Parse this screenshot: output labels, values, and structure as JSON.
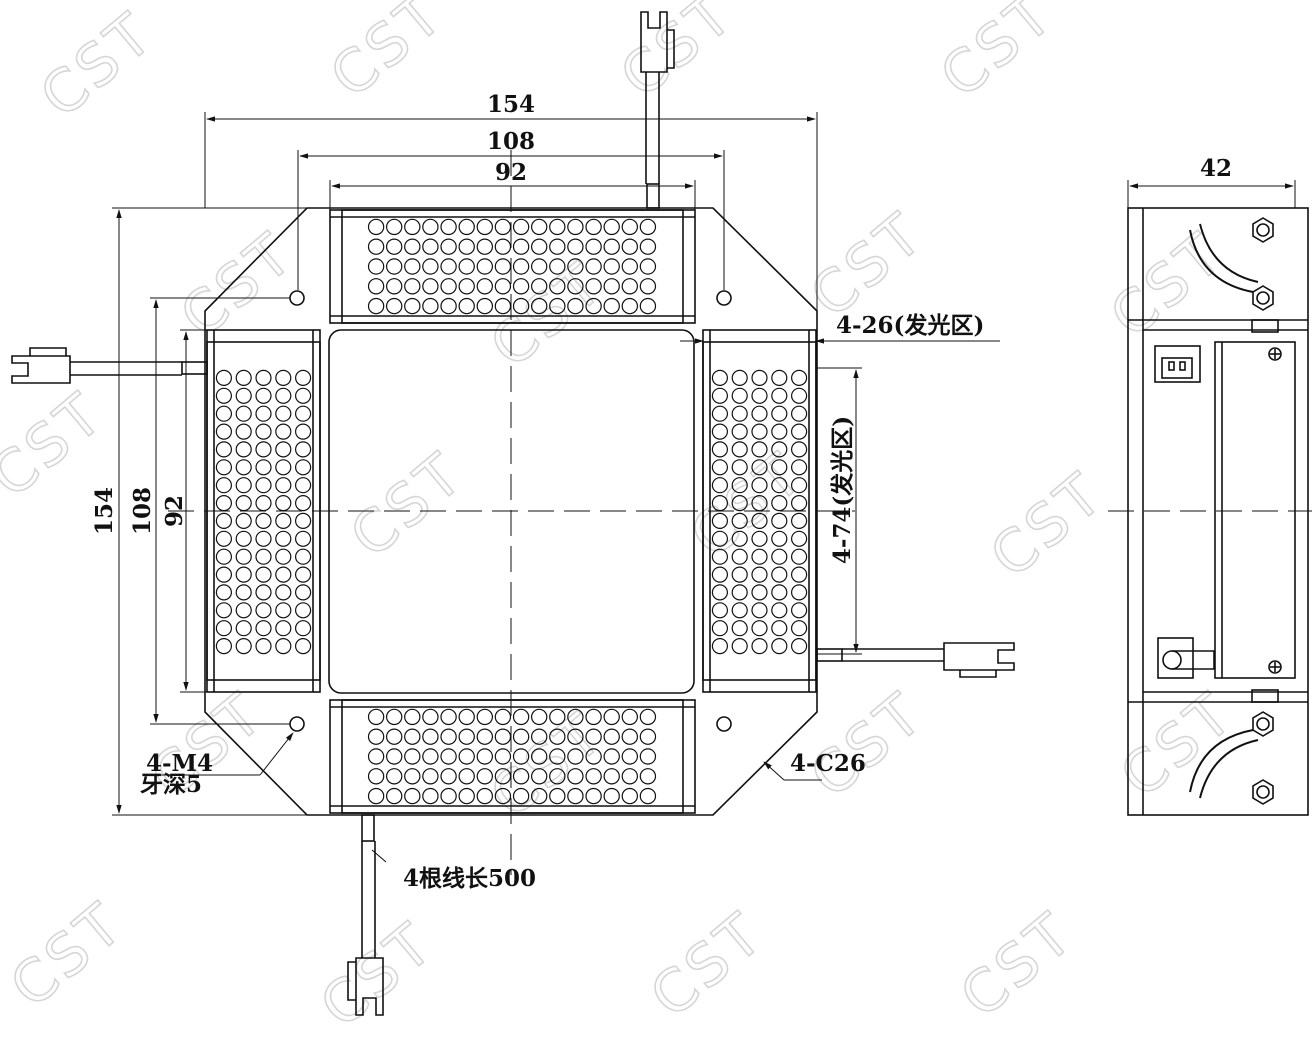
{
  "watermark": "CST",
  "dimensions": {
    "top_overall": "154",
    "top_inner": "108",
    "top_light": "92",
    "left_overall": "154",
    "left_inner": "108",
    "left_light": "92",
    "side_depth": "42"
  },
  "callouts": {
    "emit_width": "4-26(发光区)",
    "emit_length": "4-74(发光区)",
    "chamfer": "4-C26",
    "thread": "4-M4",
    "thread_depth": "牙深5",
    "cables": "4根线长500"
  },
  "led_grid": {
    "horizontal_bar": {
      "rows": 5,
      "cols": 16
    },
    "vertical_bar": {
      "rows": 16,
      "cols": 5
    }
  },
  "colors": {
    "line": "#111111",
    "watermark": "#d6d6d6"
  }
}
